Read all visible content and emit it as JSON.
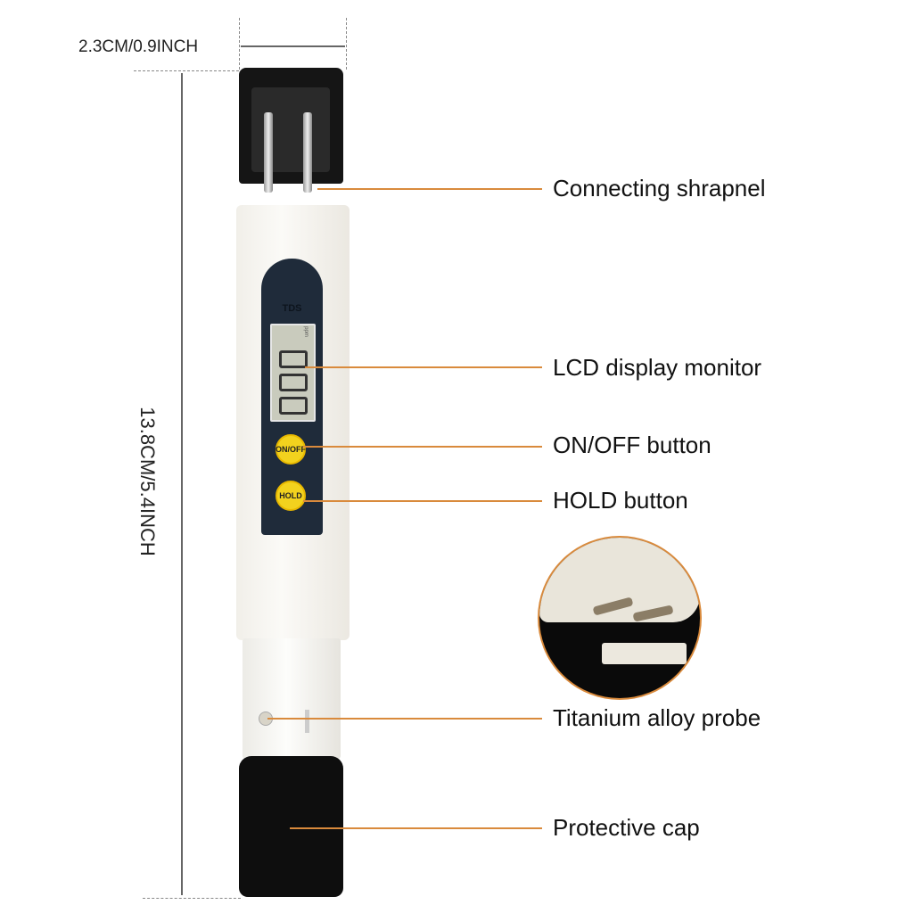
{
  "dimensions": {
    "width_label": "2.3CM/0.9INCH",
    "height_label": "13.8CM/5.4INCH"
  },
  "device": {
    "panel_label": "TDS",
    "lcd_reading": "000",
    "lcd_unit": "ppm",
    "on_off_label": "ON/OFF",
    "hold_label": "HOLD"
  },
  "callouts": [
    {
      "label": "Connecting shrapnel"
    },
    {
      "label": "LCD display monitor"
    },
    {
      "label": "ON/OFF button"
    },
    {
      "label": "HOLD button"
    },
    {
      "label": "Titanium alloy probe"
    },
    {
      "label": "Protective cap"
    }
  ],
  "colors": {
    "leader": "#d98a3c",
    "panel": "#1f2b3a",
    "button": "#f2d21e"
  }
}
